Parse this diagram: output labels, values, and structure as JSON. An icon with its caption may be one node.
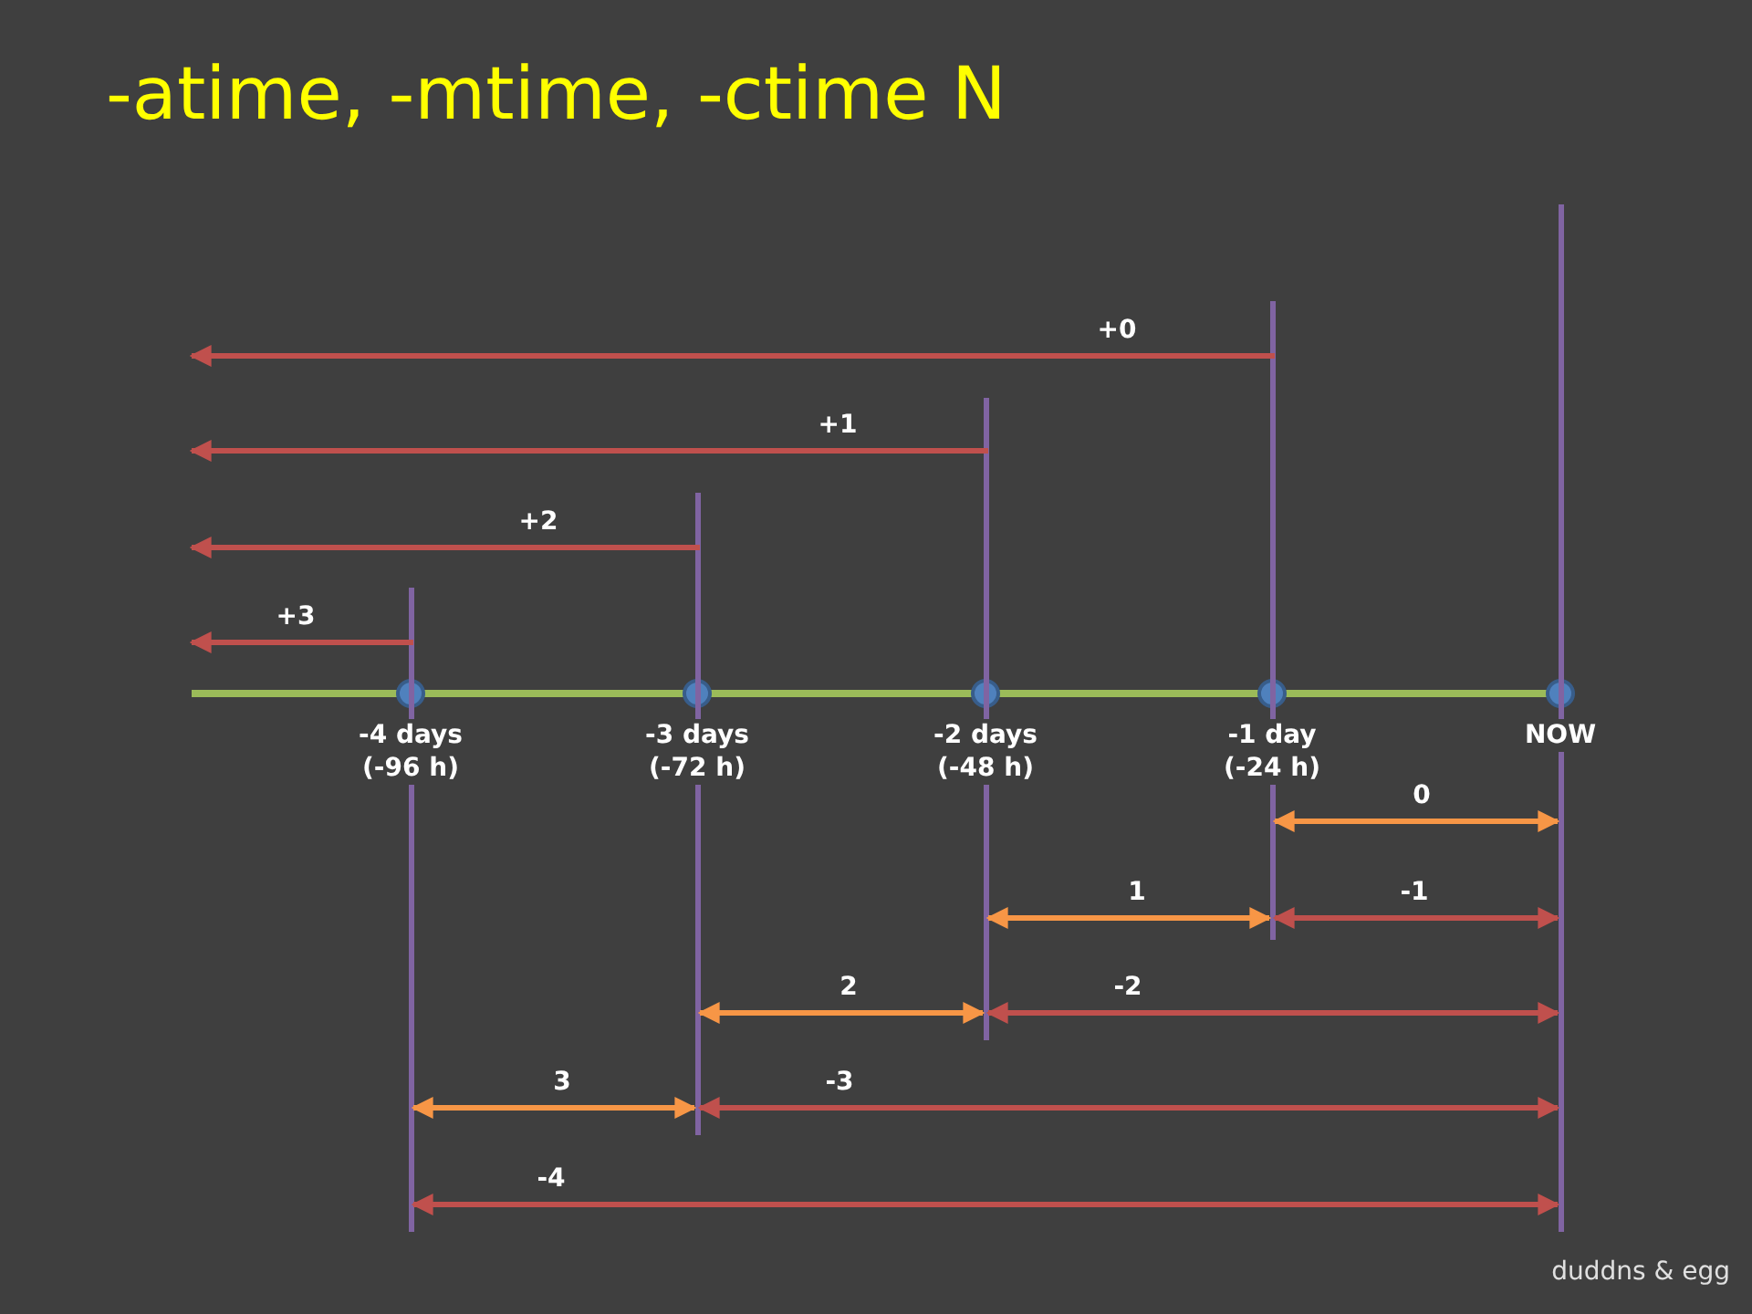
{
  "diagram": {
    "title": "-atime, -mtime, -ctime N",
    "nodes": [
      {
        "text": [
          "-4 days (-96 h)"
        ]
      },
      {
        "text": [
          "-3 days (-72 h)"
        ]
      },
      {
        "text": [
          "-2 days (-48 h)"
        ]
      },
      {
        "text": [
          "-1 day (-24 h)"
        ]
      },
      {
        "text": [
          "NOW"
        ]
      }
    ],
    "edges": [
      {
        "from": 3,
        "to": null,
        "arrow": "to",
        "label": "+0"
      },
      {
        "from": 2,
        "to": null,
        "arrow": "to",
        "label": "+1"
      },
      {
        "from": 1,
        "to": null,
        "arrow": "to",
        "label": "+2"
      },
      {
        "from": 0,
        "to": null,
        "arrow": "to",
        "label": "+3"
      },
      {
        "from": 3,
        "to": 4,
        "arrow": "both",
        "label": "0",
        "color": "#f79646"
      },
      {
        "from": 2,
        "to": 3,
        "arrow": "both",
        "label": "1",
        "color": "#f79646"
      },
      {
        "from": 3,
        "to": 4,
        "arrow": "both",
        "label": "-1"
      },
      {
        "from": 1,
        "to": 2,
        "arrow": "both",
        "label": "2",
        "color": "#f79646"
      },
      {
        "from": 2,
        "to": 4,
        "arrow": "both",
        "label": "-2"
      },
      {
        "from": 0,
        "to": 1,
        "arrow": "both",
        "label": "3",
        "color": "#f79646"
      },
      {
        "from": 1,
        "to": 4,
        "arrow": "both",
        "label": "-3"
      },
      {
        "from": 0,
        "to": 4,
        "arrow": "both",
        "label": "-4"
      }
    ],
    "labels": [
      "duddns & egg"
    ]
  }
}
